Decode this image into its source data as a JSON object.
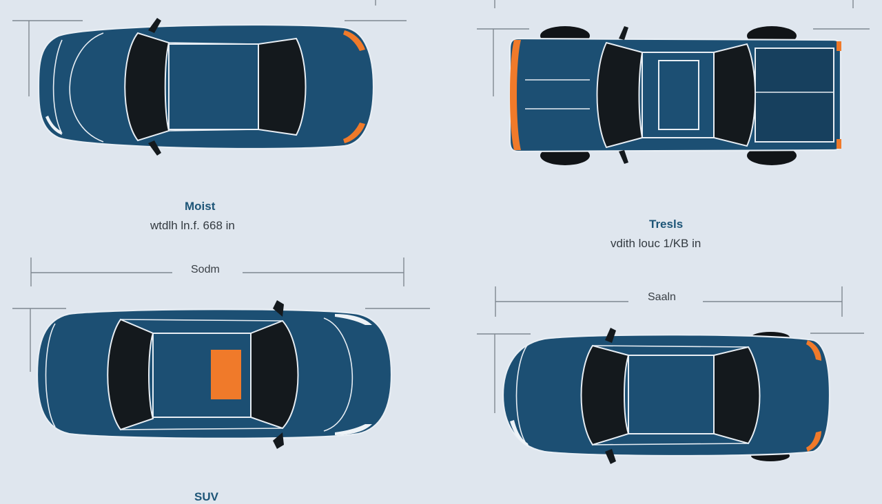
{
  "colors": {
    "background": "#dfe6ee",
    "car_body": "#1c4f73",
    "glass": "#14191d",
    "accent_orange": "#f07a2a",
    "outline": "#e8eef4",
    "title_text": "#1d5577"
  },
  "cars": [
    {
      "id": "car-top-left",
      "title": "Moist",
      "spec": "wtdlh ln.f. 668 in",
      "dimension_label": ""
    },
    {
      "id": "car-top-right",
      "title": "Tresls",
      "spec": "vdith louc 1/KB in",
      "dimension_label": ""
    },
    {
      "id": "car-bottom-left",
      "title": "",
      "spec": "",
      "dimension_label": "Sodm"
    },
    {
      "id": "car-bottom-right",
      "title": "",
      "spec": "",
      "dimension_label": "Saaln"
    }
  ],
  "footer": {
    "cut_text": "SUV"
  }
}
